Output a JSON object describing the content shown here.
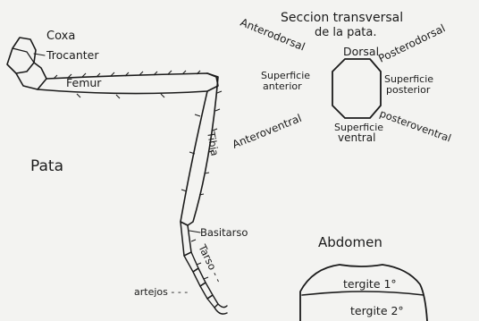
{
  "leg": {
    "title": "Pata",
    "labels": {
      "coxa": "Coxa",
      "trocanter": "Trocanter",
      "femur": "Femur",
      "tibia": "Tibia",
      "basitarso": "Basitarso",
      "tarso": "Tarso - -",
      "artejos": "artejos - - -"
    }
  },
  "section": {
    "title_line1": "Seccion transversal",
    "title_line2": "de la pata.",
    "labels": {
      "anterodorsal": "Anterodorsal",
      "dorsal": "Dorsal",
      "posterodorsal": "Posterodorsal",
      "sup_anterior_1": "Superficie",
      "sup_anterior_2": "anterior",
      "sup_posterior_1": "Superficie",
      "sup_posterior_2": "posterior",
      "anteroventral": "Anteroventral",
      "sup_ventral_1": "Superficie",
      "sup_ventral_2": "ventral",
      "posteroventral": "posteroventral"
    }
  },
  "abdomen": {
    "title": "Abdomen",
    "tergite1": "tergite 1°",
    "tergite2": "tergite 2°"
  }
}
